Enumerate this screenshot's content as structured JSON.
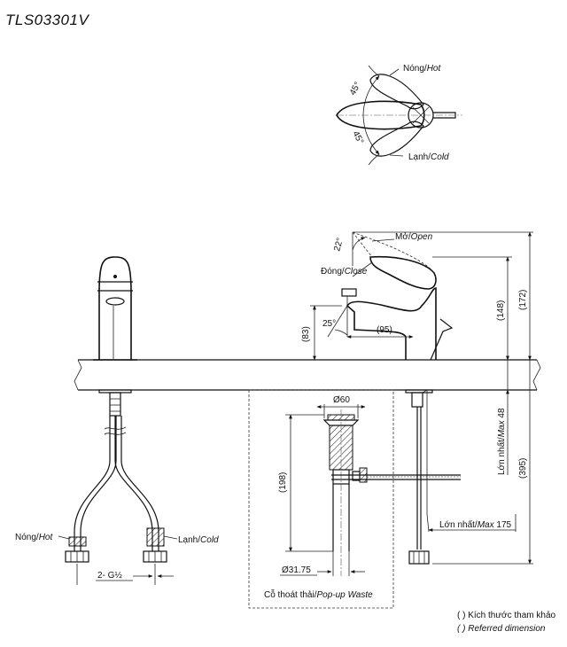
{
  "model": "TLS03301V",
  "top_view": {
    "hot_label_vi": "Nóng/",
    "hot_label_en": "Hot",
    "cold_label_vi": "Lạnh/",
    "cold_label_en": "Cold",
    "angle_up": "45°",
    "angle_down": "45°"
  },
  "side_view": {
    "open_label_vi": "Mở/",
    "open_label_en": "Open",
    "close_label_vi": "Đóng/",
    "close_label_en": "Close",
    "lever_angle": "22°",
    "spout_angle": "25°",
    "dim_83": "(83)",
    "dim_95": "(95)",
    "dim_148": "(148)",
    "dim_172": "(172)",
    "dim_395": "(395)",
    "max48_vi": "Lớn nhất/",
    "max48_en": "Max",
    "max48_val": " 48",
    "max175_vi": "Lớn nhất/",
    "max175_en": "Max",
    "max175_val": " 175"
  },
  "front_view": {
    "hot_label_vi": "Nóng/",
    "hot_label_en": "Hot",
    "cold_label_vi": "Lạnh/",
    "cold_label_en": "Cold",
    "thread": "2- G½"
  },
  "waste": {
    "dia_60": "Ø60",
    "dim_198": "(198)",
    "dia_3175": "Ø31.75",
    "caption_vi": "Cỗ thoát thải/",
    "caption_en": "Pop-up Waste"
  },
  "note": {
    "line1": "( ) Kích thước tham khảo",
    "line2": "( ) Referred dimension"
  }
}
